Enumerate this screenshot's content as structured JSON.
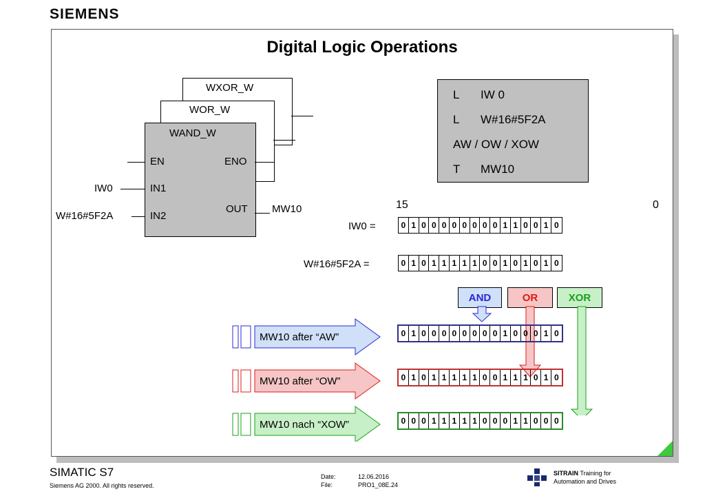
{
  "header": {
    "logo": "SIEMENS"
  },
  "slide": {
    "title": "Digital Logic Operations"
  },
  "fbd": {
    "block_back2": "WXOR_W",
    "block_back1": "WOR_W",
    "block_front": "WAND_W",
    "pin_en": "EN",
    "pin_eno": "ENO",
    "pin_in1": "IN1",
    "pin_in2": "IN2",
    "pin_out": "OUT",
    "in1_operand": "IW0",
    "in2_operand": "W#16#5F2A",
    "out_operand": "MW10"
  },
  "stl": [
    {
      "op": "L",
      "arg": "IW 0"
    },
    {
      "op": "L",
      "arg": "W#16#5F2A"
    },
    {
      "op": "",
      "arg": "AW / OW / XOW"
    },
    {
      "op": "T",
      "arg": "MW10"
    }
  ],
  "bit_index": {
    "high": "15",
    "low": "0"
  },
  "words": {
    "iw0": {
      "label": "IW0 =",
      "bits": [
        0,
        1,
        0,
        0,
        0,
        0,
        0,
        0,
        0,
        0,
        1,
        1,
        0,
        0,
        1,
        0
      ]
    },
    "const": {
      "label": "W#16#5F2A =",
      "bits": [
        0,
        1,
        0,
        1,
        1,
        1,
        1,
        1,
        0,
        0,
        1,
        0,
        1,
        0,
        1,
        0
      ]
    }
  },
  "ops": {
    "and": {
      "label": "AND",
      "color": "#2828d8",
      "bg": "#cfe0f8"
    },
    "or": {
      "label": "OR",
      "color": "#e01818",
      "bg": "#f6c6c6"
    },
    "xor": {
      "label": "XOR",
      "color": "#18a018",
      "bg": "#c8f0c8"
    }
  },
  "results": [
    {
      "label": "MW10 after “AW”",
      "bits": [
        0,
        1,
        0,
        0,
        0,
        0,
        0,
        0,
        0,
        0,
        1,
        0,
        0,
        0,
        1,
        0
      ]
    },
    {
      "label": "MW10 after “OW”",
      "bits": [
        0,
        1,
        0,
        1,
        1,
        1,
        1,
        1,
        0,
        0,
        1,
        1,
        1,
        0,
        1,
        0
      ]
    },
    {
      "label": "MW10 nach “XOW”",
      "bits": [
        0,
        0,
        0,
        1,
        1,
        1,
        1,
        1,
        0,
        0,
        0,
        1,
        1,
        0,
        0,
        0
      ]
    }
  ],
  "footer": {
    "product": "SIMATIC S7",
    "copyright": "Siemens AG 2000. All rights reserved.",
    "date_label": "Date:",
    "date_value": "12.06.2016",
    "file_label": "File:",
    "file_value": "PRO1_08E.24",
    "brand": "SITRAIN",
    "brand_sub1": "Training for",
    "brand_sub2": "Automation and Drives"
  },
  "colors": {
    "block_fill": "#c0c0c0",
    "accent_green": "#3ec93e"
  }
}
